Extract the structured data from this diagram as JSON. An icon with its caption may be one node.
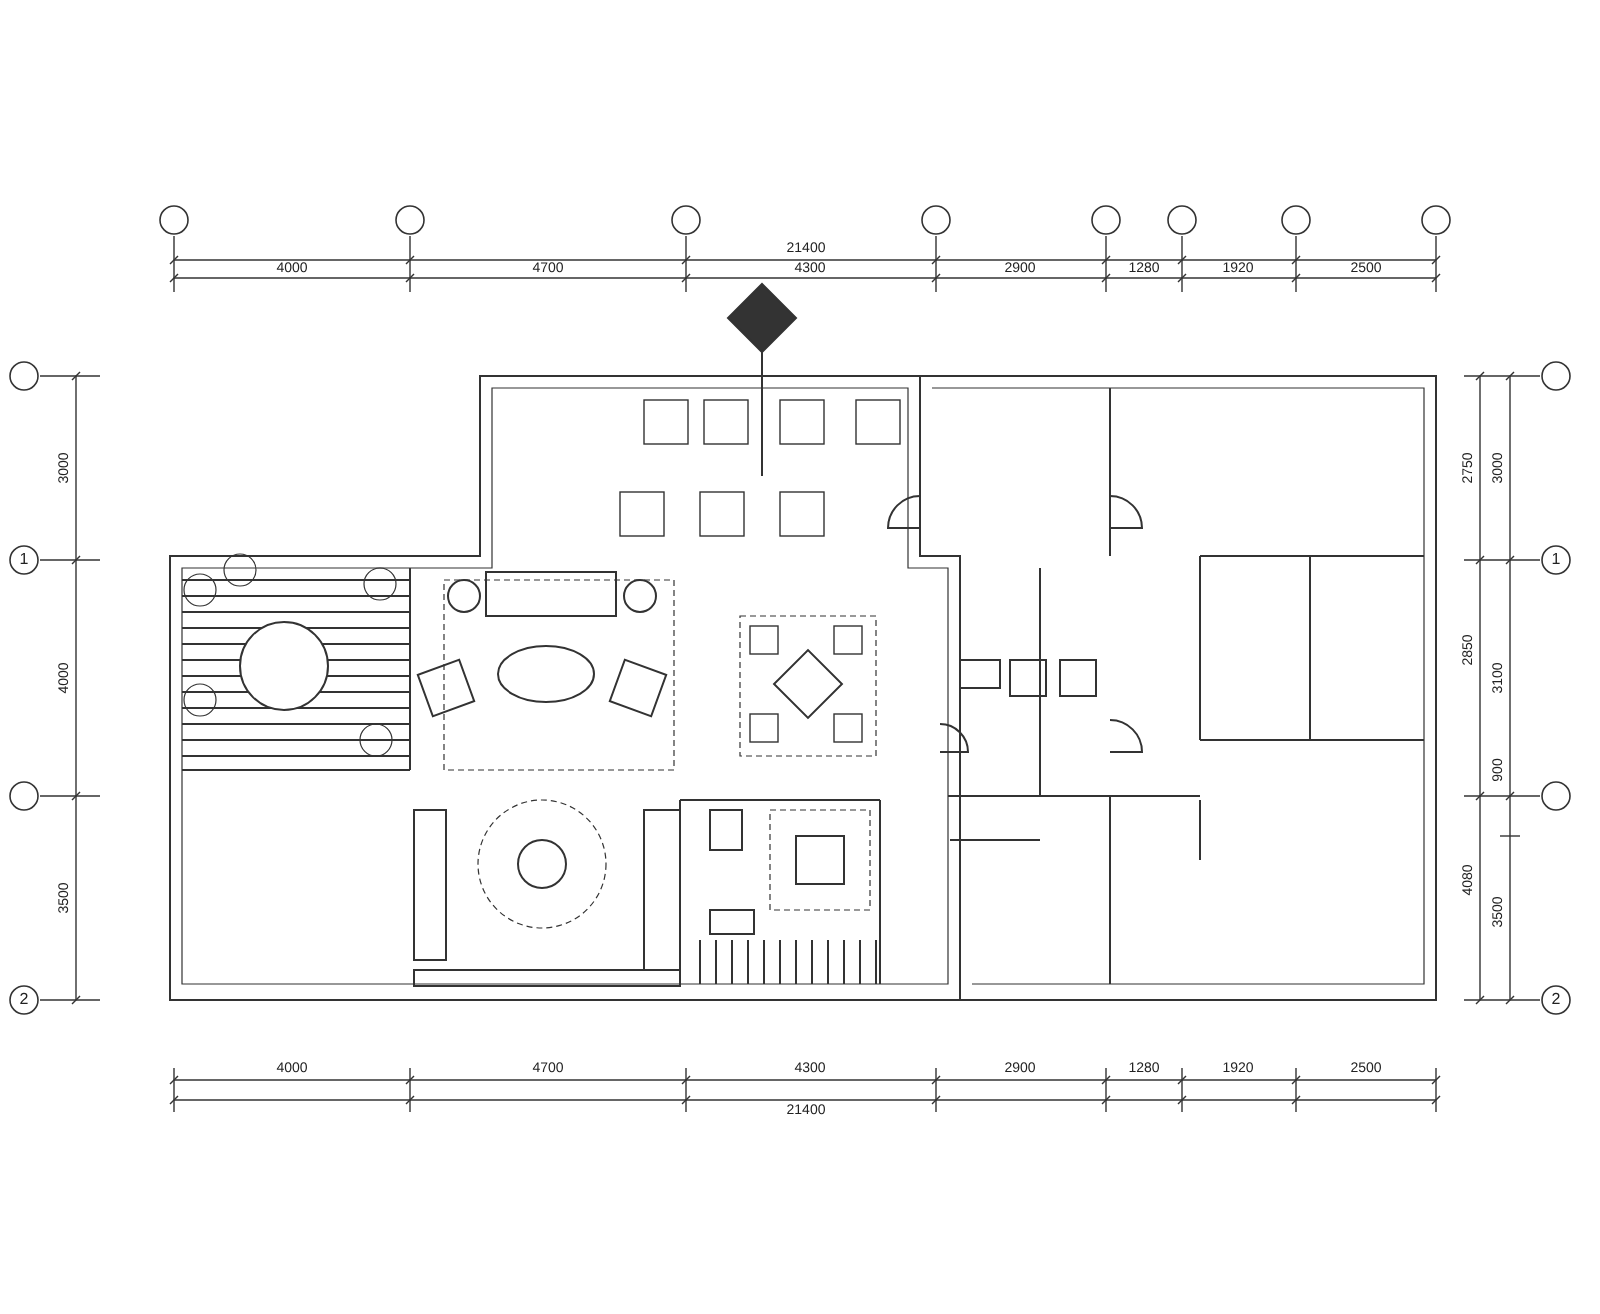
{
  "diagram": {
    "labels": [
      "21400",
      "4000",
      "4700",
      "4300",
      "2900",
      "1280",
      "1920",
      "2500",
      "3000",
      "2750",
      "3000",
      "1",
      "1",
      "4000",
      "2850",
      "3100",
      "900",
      "3500",
      "4080",
      "3500",
      "2",
      "2",
      "4000",
      "4700",
      "4300",
      "2900",
      "1280",
      "1920",
      "2500",
      "21400"
    ]
  }
}
